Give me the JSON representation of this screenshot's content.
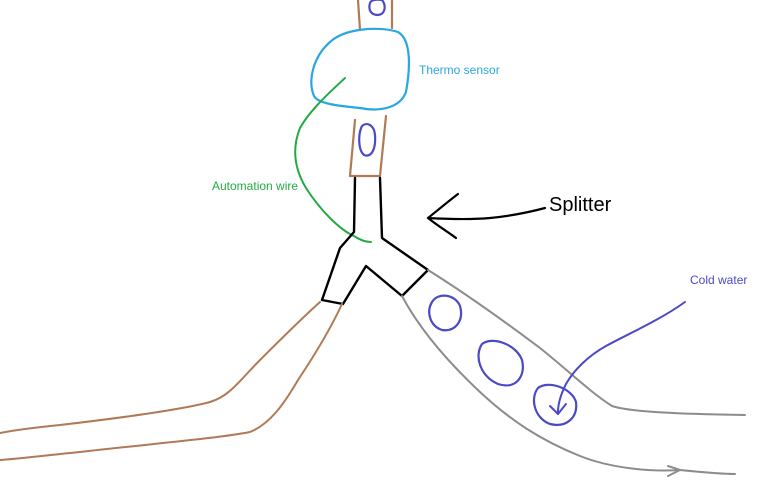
{
  "labels": {
    "thermo_sensor": "Thermo sensor",
    "automation_wire": "Automation wire",
    "splitter": "Splitter",
    "cold_water": "Cold water"
  },
  "colors": {
    "pipe_brown": "#b07a57",
    "pipe_gray": "#8c8c8c",
    "water_blue": "#4a4ac8",
    "sensor_cyan": "#2aa6e0",
    "wire_green": "#22aa44",
    "splitter_black": "#000000",
    "thermo_label": "#2aa6e0",
    "wire_label": "#22aa44",
    "splitter_label": "#000000",
    "cold_label": "#4a4ac8"
  }
}
